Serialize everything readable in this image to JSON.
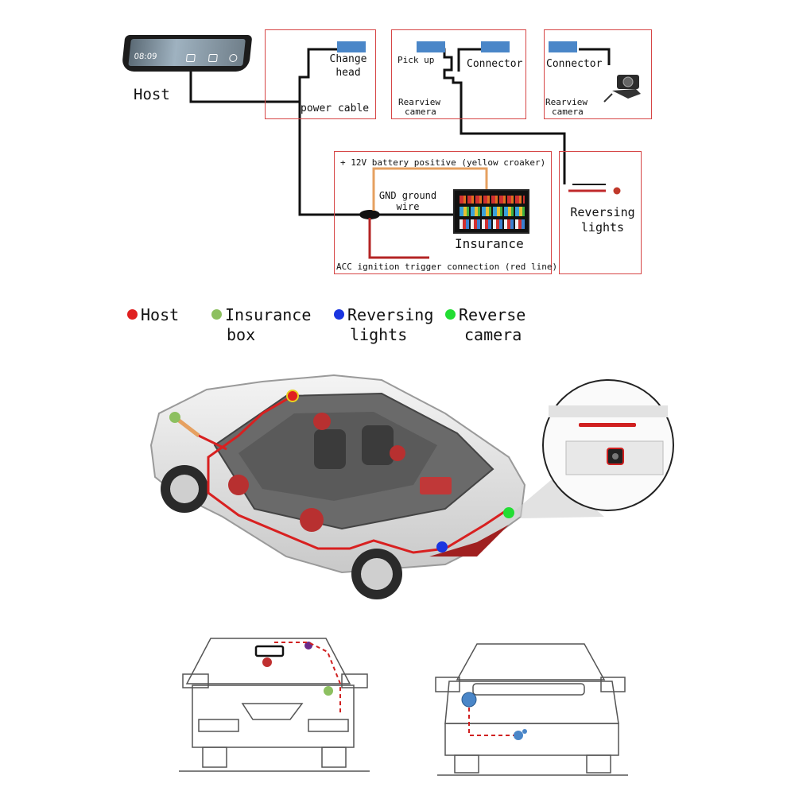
{
  "wiring": {
    "host_label": "Host",
    "screen_time": "08:09",
    "change_head": [
      "Change",
      "head"
    ],
    "power_cable": "power cable",
    "pick_up": "Pick up",
    "connector_1": "Connector",
    "rearview_camera_1": [
      "Rearview",
      "camera"
    ],
    "connector_2": "Connector",
    "rearview_camera_2": [
      "Rearview",
      "camera"
    ],
    "battery_positive": "+ 12V battery positive (yellow croaker)",
    "gnd_ground_wire": [
      "GND ground",
      "wire"
    ],
    "insurance": "Insurance",
    "acc_trigger": "ACC ignition trigger connection (red line)",
    "reversing_lights": [
      "Reversing",
      "lights"
    ]
  },
  "legend": [
    {
      "label": [
        "Host"
      ],
      "color": "#e02020"
    },
    {
      "label": [
        "Insurance",
        "box"
      ],
      "color": "#8dc060"
    },
    {
      "label": [
        "Reversing",
        "lights"
      ],
      "color": "#1a35e0"
    },
    {
      "label": [
        "Reverse",
        "camera"
      ],
      "color": "#22dd33"
    }
  ],
  "colors": {
    "box_border": "#d64545",
    "connector_plug": "#4a86c8",
    "wire_black": "#111111",
    "wire_red": "#c0292b",
    "wire_orange": "#e6a060"
  }
}
